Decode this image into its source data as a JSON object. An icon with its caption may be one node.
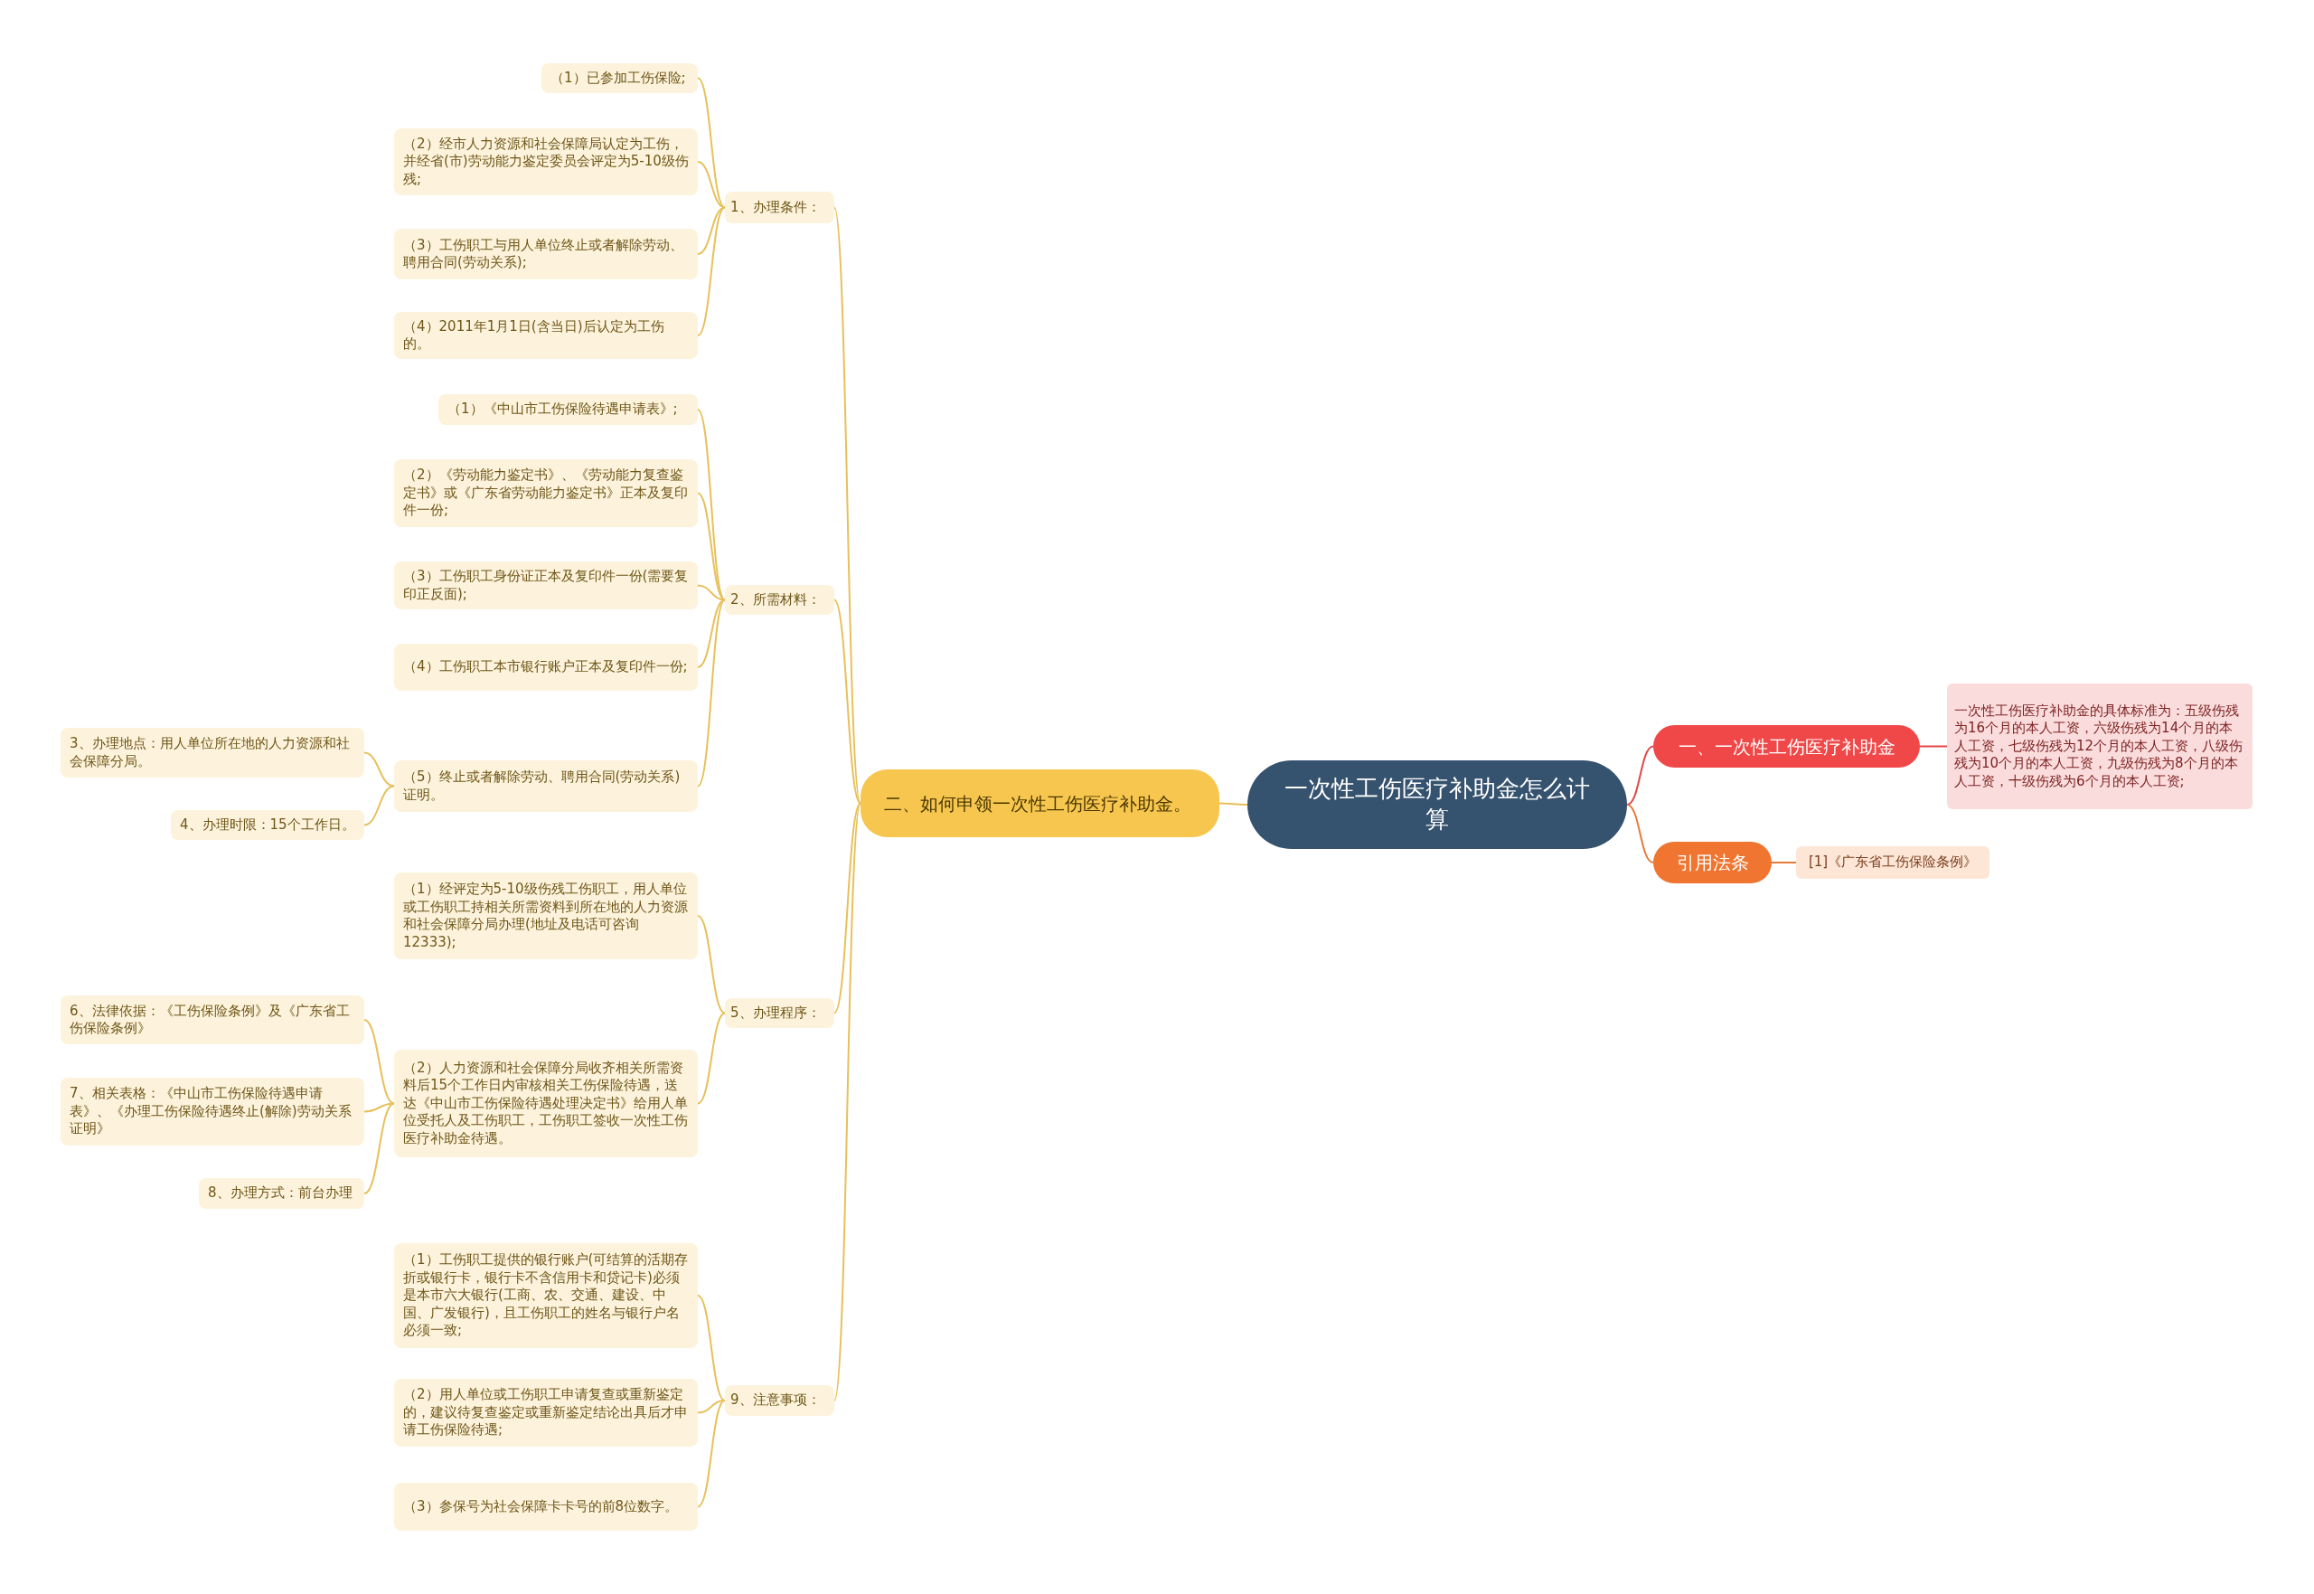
{
  "diagram": {
    "nodes": [
      {
        "text": [
          "一次性工伤医疗补助金怎么计算"
        ]
      },
      {
        "text": [
          "二、如何申领一次性工伤医疗补助金。"
        ]
      },
      {
        "text": [
          "1、办理条件："
        ]
      },
      {
        "text": [
          "（1）已参加工伤保险;"
        ]
      },
      {
        "text": [
          "（2）经市人力资源和社会保障局认定为工伤，并经省(市)劳动能力鉴定委员会评定为5-10级伤残;"
        ]
      },
      {
        "text": [
          "（3）工伤职工与用人单位终止或者解除劳动、聘用合同(劳动关系);"
        ]
      },
      {
        "text": [
          "（4）2011年1月1日(含当日)后认定为工伤的。"
        ]
      },
      {
        "text": [
          "2、所需材料："
        ]
      },
      {
        "text": [
          "（1）《中山市工伤保险待遇申请表》;"
        ]
      },
      {
        "text": [
          "（2）《劳动能力鉴定书》、《劳动能力复查鉴定书》或《广东省劳动能力鉴定书》正本及复印件一份;"
        ]
      },
      {
        "text": [
          "（3）工伤职工身份证正本及复印件一份(需要复印正反面);"
        ]
      },
      {
        "text": [
          "（4）工伤职工本市银行账户正本及复印件一份;"
        ]
      },
      {
        "text": [
          "（5）终止或者解除劳动、聘用合同(劳动关系)证明。"
        ]
      },
      {
        "text": [
          "3、办理地点：用人单位所在地的人力资源和社会保障分局。"
        ]
      },
      {
        "text": [
          "4、办理时限：15个工作日。"
        ]
      },
      {
        "text": [
          "5、办理程序："
        ]
      },
      {
        "text": [
          "（1）经评定为5-10级伤残工伤职工，用人单位或工伤职工持相关所需资料到所在地的人力资源和社会保障分局办理(地址及电话可咨询12333);"
        ]
      },
      {
        "text": [
          "（2）人力资源和社会保障分局收齐相关所需资料后15个工作日内审核相关工伤保险待遇，送达《中山市工伤保险待遇处理决定书》给用人单位受托人及工伤职工，工伤职工签收一次性工伤医疗补助金待遇。"
        ]
      },
      {
        "text": [
          "6、法律依据：《工伤保险条例》及《广东省工伤保险条例》"
        ]
      },
      {
        "text": [
          "7、相关表格：《中山市工伤保险待遇申请表》、《办理工伤保险待遇终止(解除)劳动关系证明》"
        ]
      },
      {
        "text": [
          "8、办理方式：前台办理"
        ]
      },
      {
        "text": [
          "9、注意事项："
        ]
      },
      {
        "text": [
          "（1）工伤职工提供的银行账户(可结算的活期存折或银行卡，银行卡不含信用卡和贷记卡)必须是本市六大银行(工商、农、交通、建设、中国、广发银行)，且工伤职工的姓名与银行户名必须一致;"
        ]
      },
      {
        "text": [
          "（2）用人单位或工伤职工申请复查或重新鉴定的，建议待复查鉴定或重新鉴定结论出具后才申请工伤保险待遇;"
        ]
      },
      {
        "text": [
          "（3）参保号为社会保障卡卡号的前8位数字。"
        ]
      },
      {
        "text": [
          "一、一次性工伤医疗补助金"
        ]
      },
      {
        "text": [
          "一次性工伤医疗补助金的具体标准为：五级伤残为16个月的本人工资，六级伤残为14个月的本人工资，七级伤残为12个月的本人工资，八级伤残为10个月的本人工资，九级伤残为8个月的本人工资，十级伤残为6个月的本人工资;"
        ]
      },
      {
        "text": [
          "引用法条"
        ]
      },
      {
        "text": [
          "[1]《广东省工伤保险条例》"
        ]
      }
    ],
    "edges": [
      {
        "from": 0,
        "to": 1,
        "arrow": "none"
      },
      {
        "from": 1,
        "to": 2,
        "arrow": "none"
      },
      {
        "from": 2,
        "to": 3,
        "arrow": "none"
      },
      {
        "from": 2,
        "to": 4,
        "arrow": "none"
      },
      {
        "from": 2,
        "to": 5,
        "arrow": "none"
      },
      {
        "from": 2,
        "to": 6,
        "arrow": "none"
      },
      {
        "from": 1,
        "to": 7,
        "arrow": "none"
      },
      {
        "from": 7,
        "to": 8,
        "arrow": "none"
      },
      {
        "from": 7,
        "to": 9,
        "arrow": "none"
      },
      {
        "from": 7,
        "to": 10,
        "arrow": "none"
      },
      {
        "from": 7,
        "to": 11,
        "arrow": "none"
      },
      {
        "from": 7,
        "to": 12,
        "arrow": "none"
      },
      {
        "from": 12,
        "to": 13,
        "arrow": "none"
      },
      {
        "from": 12,
        "to": 14,
        "arrow": "none"
      },
      {
        "from": 1,
        "to": 15,
        "arrow": "none"
      },
      {
        "from": 15,
        "to": 16,
        "arrow": "none"
      },
      {
        "from": 15,
        "to": 17,
        "arrow": "none"
      },
      {
        "from": 17,
        "to": 18,
        "arrow": "none"
      },
      {
        "from": 17,
        "to": 19,
        "arrow": "none"
      },
      {
        "from": 17,
        "to": 20,
        "arrow": "none"
      },
      {
        "from": 1,
        "to": 21,
        "arrow": "none"
      },
      {
        "from": 21,
        "to": 22,
        "arrow": "none"
      },
      {
        "from": 21,
        "to": 23,
        "arrow": "none"
      },
      {
        "from": 21,
        "to": 24,
        "arrow": "none"
      },
      {
        "from": 0,
        "to": 25,
        "arrow": "none",
        "color": "#e04848"
      },
      {
        "from": 25,
        "to": 26,
        "arrow": "none",
        "color": "#e04848"
      },
      {
        "from": 0,
        "to": 27,
        "arrow": "none",
        "color": "#e8793a"
      },
      {
        "from": 27,
        "to": 28,
        "arrow": "none",
        "color": "#e8793a"
      }
    ]
  }
}
